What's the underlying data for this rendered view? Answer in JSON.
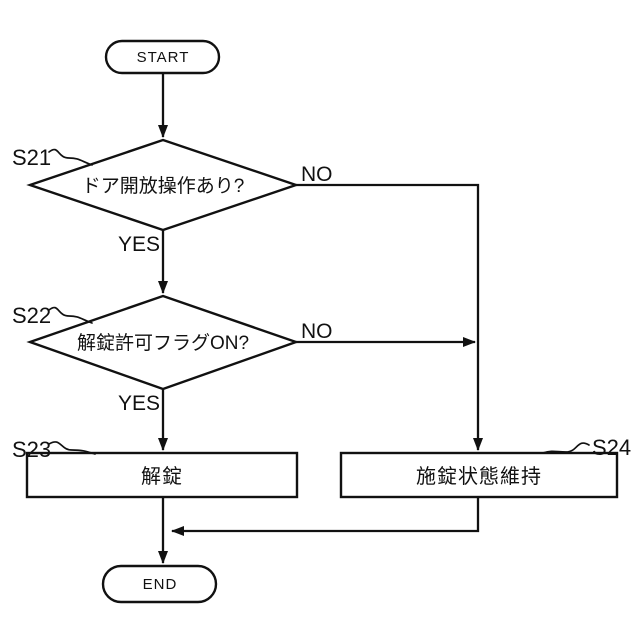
{
  "flowchart": {
    "colors": {
      "line": "#111111",
      "background": "#ffffff"
    },
    "nodes": {
      "start": {
        "type": "terminal",
        "label": "START"
      },
      "decision1": {
        "type": "decision",
        "step": "S21",
        "label": "ドア開放操作あり?"
      },
      "decision2": {
        "type": "decision",
        "step": "S22",
        "label": "解錠許可フラグON?"
      },
      "unlock": {
        "type": "process",
        "step": "S23",
        "label": "解錠"
      },
      "keep_locked": {
        "type": "process",
        "step": "S24",
        "label": "施錠状態維持"
      },
      "end": {
        "type": "terminal",
        "label": "END"
      }
    },
    "edges": {
      "decision1_yes": {
        "label": "YES"
      },
      "decision1_no": {
        "label": "NO"
      },
      "decision2_yes": {
        "label": "YES"
      },
      "decision2_no": {
        "label": "NO"
      }
    }
  }
}
